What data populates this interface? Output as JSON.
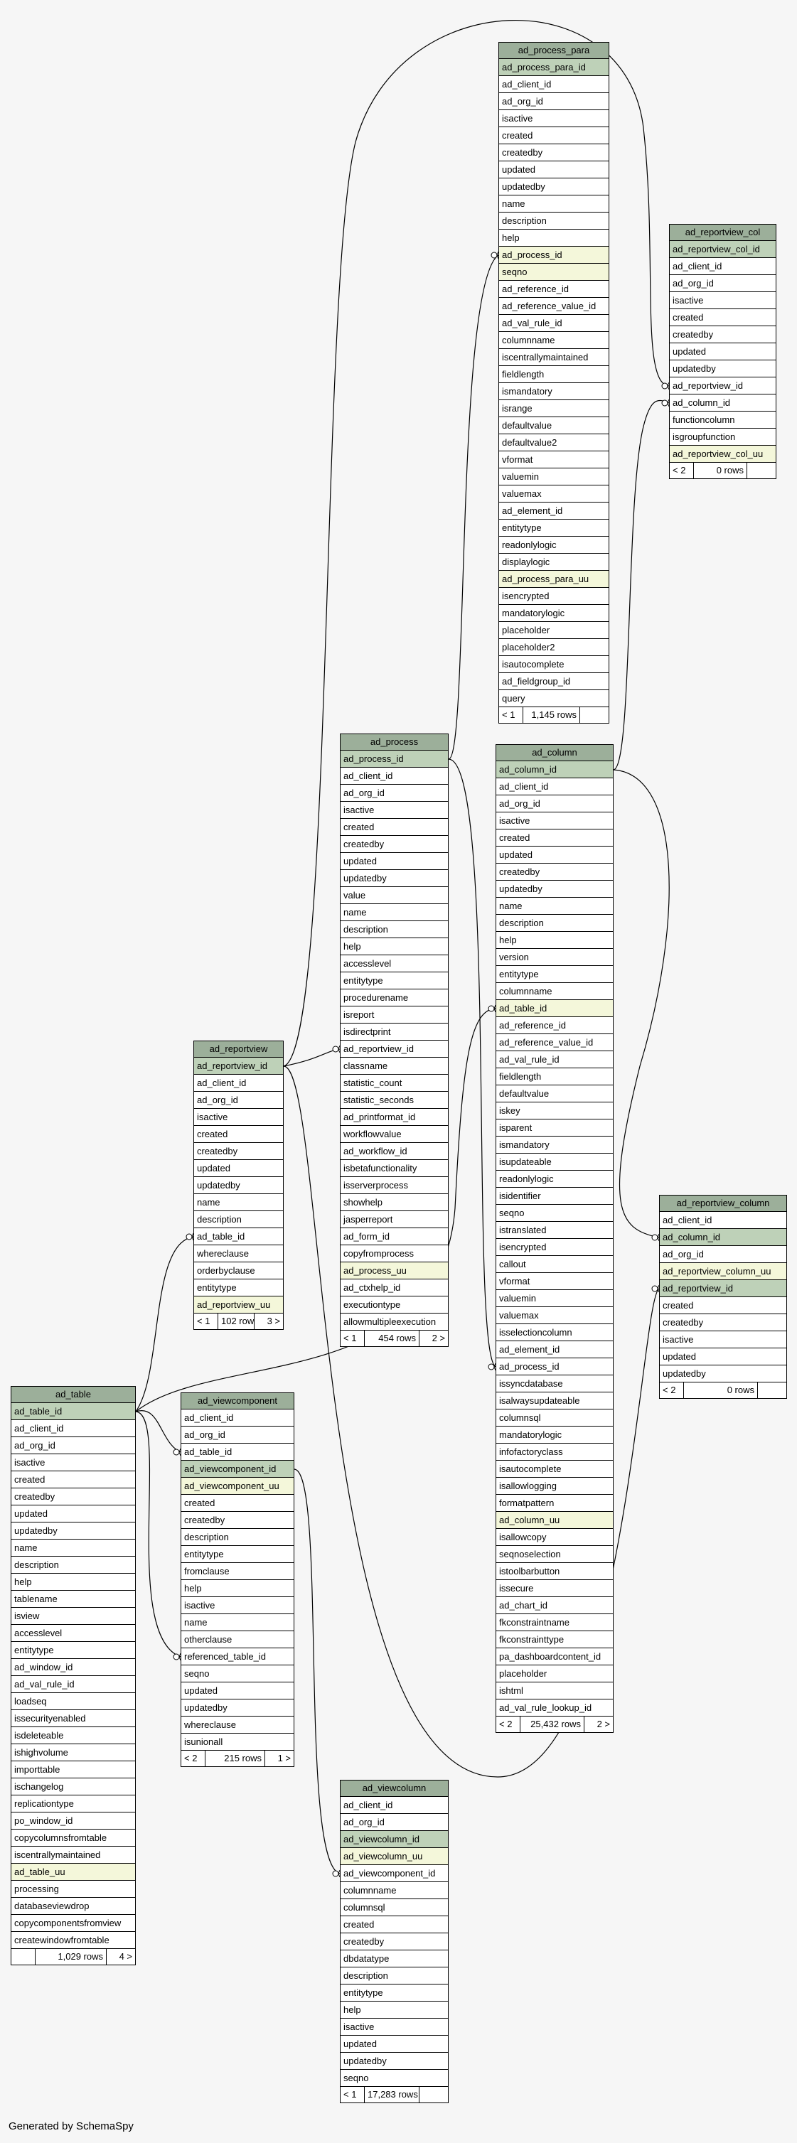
{
  "footer": "Generated by SchemaSpy",
  "colors": {
    "header": "#9caf9a",
    "primary_key": "#bed1b8",
    "unique_key": "#f4f7da",
    "background": "#f6f6f6"
  },
  "tables": [
    {
      "name": "ad_process_para",
      "columns": [
        {
          "name": "ad_process_para_id",
          "kind": "pk"
        },
        {
          "name": "ad_client_id"
        },
        {
          "name": "ad_org_id"
        },
        {
          "name": "isactive"
        },
        {
          "name": "created"
        },
        {
          "name": "createdby"
        },
        {
          "name": "updated"
        },
        {
          "name": "updatedby"
        },
        {
          "name": "name"
        },
        {
          "name": "description"
        },
        {
          "name": "help"
        },
        {
          "name": "ad_process_id",
          "kind": "uk"
        },
        {
          "name": "seqno",
          "kind": "uk"
        },
        {
          "name": "ad_reference_id"
        },
        {
          "name": "ad_reference_value_id"
        },
        {
          "name": "ad_val_rule_id"
        },
        {
          "name": "columnname"
        },
        {
          "name": "iscentrallymaintained"
        },
        {
          "name": "fieldlength"
        },
        {
          "name": "ismandatory"
        },
        {
          "name": "isrange"
        },
        {
          "name": "defaultvalue"
        },
        {
          "name": "defaultvalue2"
        },
        {
          "name": "vformat"
        },
        {
          "name": "valuemin"
        },
        {
          "name": "valuemax"
        },
        {
          "name": "ad_element_id"
        },
        {
          "name": "entitytype"
        },
        {
          "name": "readonlylogic"
        },
        {
          "name": "displaylogic"
        },
        {
          "name": "ad_process_para_uu",
          "kind": "uk"
        },
        {
          "name": "isencrypted"
        },
        {
          "name": "mandatorylogic"
        },
        {
          "name": "placeholder"
        },
        {
          "name": "placeholder2"
        },
        {
          "name": "isautocomplete"
        },
        {
          "name": "ad_fieldgroup_id"
        },
        {
          "name": "query"
        }
      ],
      "footer": [
        "< 1",
        "1,145 rows",
        ""
      ]
    },
    {
      "name": "ad_reportview_col",
      "columns": [
        {
          "name": "ad_reportview_col_id",
          "kind": "pk"
        },
        {
          "name": "ad_client_id"
        },
        {
          "name": "ad_org_id"
        },
        {
          "name": "isactive"
        },
        {
          "name": "created"
        },
        {
          "name": "createdby"
        },
        {
          "name": "updated"
        },
        {
          "name": "updatedby"
        },
        {
          "name": "ad_reportview_id"
        },
        {
          "name": "ad_column_id"
        },
        {
          "name": "functioncolumn"
        },
        {
          "name": "isgroupfunction"
        },
        {
          "name": "ad_reportview_col_uu",
          "kind": "uk"
        }
      ],
      "footer": [
        "< 2",
        "0 rows",
        ""
      ]
    },
    {
      "name": "ad_process",
      "columns": [
        {
          "name": "ad_process_id",
          "kind": "pk"
        },
        {
          "name": "ad_client_id"
        },
        {
          "name": "ad_org_id"
        },
        {
          "name": "isactive"
        },
        {
          "name": "created"
        },
        {
          "name": "createdby"
        },
        {
          "name": "updated"
        },
        {
          "name": "updatedby"
        },
        {
          "name": "value"
        },
        {
          "name": "name"
        },
        {
          "name": "description"
        },
        {
          "name": "help"
        },
        {
          "name": "accesslevel"
        },
        {
          "name": "entitytype"
        },
        {
          "name": "procedurename"
        },
        {
          "name": "isreport"
        },
        {
          "name": "isdirectprint"
        },
        {
          "name": "ad_reportview_id"
        },
        {
          "name": "classname"
        },
        {
          "name": "statistic_count"
        },
        {
          "name": "statistic_seconds"
        },
        {
          "name": "ad_printformat_id"
        },
        {
          "name": "workflowvalue"
        },
        {
          "name": "ad_workflow_id"
        },
        {
          "name": "isbetafunctionality"
        },
        {
          "name": "isserverprocess"
        },
        {
          "name": "showhelp"
        },
        {
          "name": "jasperreport"
        },
        {
          "name": "ad_form_id"
        },
        {
          "name": "copyfromprocess"
        },
        {
          "name": "ad_process_uu",
          "kind": "uk"
        },
        {
          "name": "ad_ctxhelp_id"
        },
        {
          "name": "executiontype"
        },
        {
          "name": "allowmultipleexecution"
        }
      ],
      "footer": [
        "< 1",
        "454 rows",
        "2 >"
      ]
    },
    {
      "name": "ad_column",
      "columns": [
        {
          "name": "ad_column_id",
          "kind": "pk"
        },
        {
          "name": "ad_client_id"
        },
        {
          "name": "ad_org_id"
        },
        {
          "name": "isactive"
        },
        {
          "name": "created"
        },
        {
          "name": "updated"
        },
        {
          "name": "createdby"
        },
        {
          "name": "updatedby"
        },
        {
          "name": "name"
        },
        {
          "name": "description"
        },
        {
          "name": "help"
        },
        {
          "name": "version"
        },
        {
          "name": "entitytype"
        },
        {
          "name": "columnname"
        },
        {
          "name": "ad_table_id",
          "kind": "uk"
        },
        {
          "name": "ad_reference_id"
        },
        {
          "name": "ad_reference_value_id"
        },
        {
          "name": "ad_val_rule_id"
        },
        {
          "name": "fieldlength"
        },
        {
          "name": "defaultvalue"
        },
        {
          "name": "iskey"
        },
        {
          "name": "isparent"
        },
        {
          "name": "ismandatory"
        },
        {
          "name": "isupdateable"
        },
        {
          "name": "readonlylogic"
        },
        {
          "name": "isidentifier"
        },
        {
          "name": "seqno"
        },
        {
          "name": "istranslated"
        },
        {
          "name": "isencrypted"
        },
        {
          "name": "callout"
        },
        {
          "name": "vformat"
        },
        {
          "name": "valuemin"
        },
        {
          "name": "valuemax"
        },
        {
          "name": "isselectioncolumn"
        },
        {
          "name": "ad_element_id"
        },
        {
          "name": "ad_process_id"
        },
        {
          "name": "issyncdatabase"
        },
        {
          "name": "isalwaysupdateable"
        },
        {
          "name": "columnsql"
        },
        {
          "name": "mandatorylogic"
        },
        {
          "name": "infofactoryclass"
        },
        {
          "name": "isautocomplete"
        },
        {
          "name": "isallowlogging"
        },
        {
          "name": "formatpattern"
        },
        {
          "name": "ad_column_uu",
          "kind": "uk"
        },
        {
          "name": "isallowcopy"
        },
        {
          "name": "seqnoselection"
        },
        {
          "name": "istoolbarbutton"
        },
        {
          "name": "issecure"
        },
        {
          "name": "ad_chart_id"
        },
        {
          "name": "fkconstraintname"
        },
        {
          "name": "fkconstrainttype"
        },
        {
          "name": "pa_dashboardcontent_id"
        },
        {
          "name": "placeholder"
        },
        {
          "name": "ishtml"
        },
        {
          "name": "ad_val_rule_lookup_id"
        }
      ],
      "footer": [
        "< 2",
        "25,432 rows",
        "2 >"
      ]
    },
    {
      "name": "ad_reportview",
      "columns": [
        {
          "name": "ad_reportview_id",
          "kind": "pk"
        },
        {
          "name": "ad_client_id"
        },
        {
          "name": "ad_org_id"
        },
        {
          "name": "isactive"
        },
        {
          "name": "created"
        },
        {
          "name": "createdby"
        },
        {
          "name": "updated"
        },
        {
          "name": "updatedby"
        },
        {
          "name": "name"
        },
        {
          "name": "description"
        },
        {
          "name": "ad_table_id"
        },
        {
          "name": "whereclause"
        },
        {
          "name": "orderbyclause"
        },
        {
          "name": "entitytype"
        },
        {
          "name": "ad_reportview_uu",
          "kind": "uk"
        }
      ],
      "footer": [
        "< 1",
        "102 rows",
        "3 >"
      ]
    },
    {
      "name": "ad_reportview_column",
      "columns": [
        {
          "name": "ad_client_id"
        },
        {
          "name": "ad_column_id",
          "kind": "pk"
        },
        {
          "name": "ad_org_id"
        },
        {
          "name": "ad_reportview_column_uu",
          "kind": "uk"
        },
        {
          "name": "ad_reportview_id",
          "kind": "pk"
        },
        {
          "name": "created"
        },
        {
          "name": "createdby"
        },
        {
          "name": "isactive"
        },
        {
          "name": "updated"
        },
        {
          "name": "updatedby"
        }
      ],
      "footer": [
        "< 2",
        "0 rows",
        ""
      ]
    },
    {
      "name": "ad_table",
      "columns": [
        {
          "name": "ad_table_id",
          "kind": "pk"
        },
        {
          "name": "ad_client_id"
        },
        {
          "name": "ad_org_id"
        },
        {
          "name": "isactive"
        },
        {
          "name": "created"
        },
        {
          "name": "createdby"
        },
        {
          "name": "updated"
        },
        {
          "name": "updatedby"
        },
        {
          "name": "name"
        },
        {
          "name": "description"
        },
        {
          "name": "help"
        },
        {
          "name": "tablename"
        },
        {
          "name": "isview"
        },
        {
          "name": "accesslevel"
        },
        {
          "name": "entitytype"
        },
        {
          "name": "ad_window_id"
        },
        {
          "name": "ad_val_rule_id"
        },
        {
          "name": "loadseq"
        },
        {
          "name": "issecurityenabled"
        },
        {
          "name": "isdeleteable"
        },
        {
          "name": "ishighvolume"
        },
        {
          "name": "importtable"
        },
        {
          "name": "ischangelog"
        },
        {
          "name": "replicationtype"
        },
        {
          "name": "po_window_id"
        },
        {
          "name": "copycolumnsfromtable"
        },
        {
          "name": "iscentrallymaintained"
        },
        {
          "name": "ad_table_uu",
          "kind": "uk"
        },
        {
          "name": "processing"
        },
        {
          "name": "databaseviewdrop"
        },
        {
          "name": "copycomponentsfromview"
        },
        {
          "name": "createwindowfromtable"
        }
      ],
      "footer": [
        "",
        "1,029 rows",
        "4 >"
      ]
    },
    {
      "name": "ad_viewcomponent",
      "columns": [
        {
          "name": "ad_client_id"
        },
        {
          "name": "ad_org_id"
        },
        {
          "name": "ad_table_id"
        },
        {
          "name": "ad_viewcomponent_id",
          "kind": "pk"
        },
        {
          "name": "ad_viewcomponent_uu",
          "kind": "uk"
        },
        {
          "name": "created"
        },
        {
          "name": "createdby"
        },
        {
          "name": "description"
        },
        {
          "name": "entitytype"
        },
        {
          "name": "fromclause"
        },
        {
          "name": "help"
        },
        {
          "name": "isactive"
        },
        {
          "name": "name"
        },
        {
          "name": "otherclause"
        },
        {
          "name": "referenced_table_id"
        },
        {
          "name": "seqno"
        },
        {
          "name": "updated"
        },
        {
          "name": "updatedby"
        },
        {
          "name": "whereclause"
        },
        {
          "name": "isunionall"
        }
      ],
      "footer": [
        "< 2",
        "215 rows",
        "1 >"
      ]
    },
    {
      "name": "ad_viewcolumn",
      "columns": [
        {
          "name": "ad_client_id"
        },
        {
          "name": "ad_org_id"
        },
        {
          "name": "ad_viewcolumn_id",
          "kind": "pk"
        },
        {
          "name": "ad_viewcolumn_uu",
          "kind": "uk"
        },
        {
          "name": "ad_viewcomponent_id"
        },
        {
          "name": "columnname"
        },
        {
          "name": "columnsql"
        },
        {
          "name": "created"
        },
        {
          "name": "createdby"
        },
        {
          "name": "dbdatatype"
        },
        {
          "name": "description"
        },
        {
          "name": "entitytype"
        },
        {
          "name": "help"
        },
        {
          "name": "isactive"
        },
        {
          "name": "updated"
        },
        {
          "name": "updatedby"
        },
        {
          "name": "seqno"
        }
      ],
      "footer": [
        "< 1",
        "17,283 rows",
        ""
      ]
    }
  ]
}
